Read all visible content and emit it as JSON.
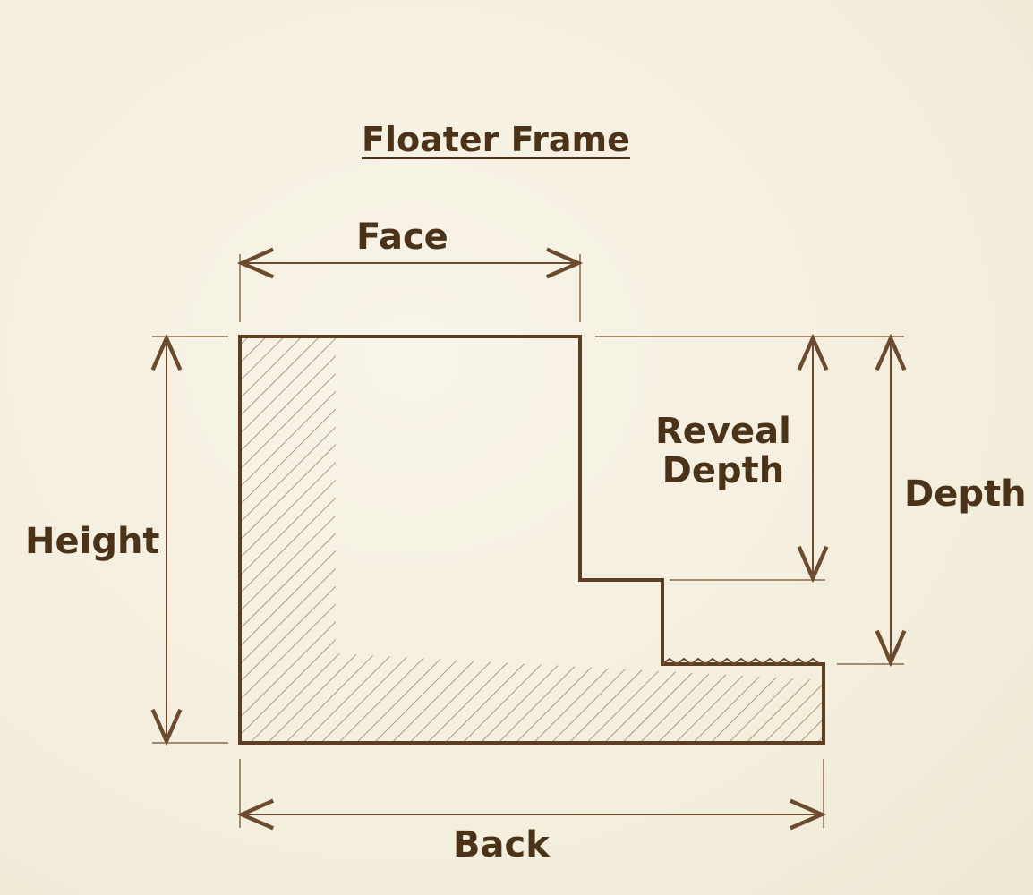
{
  "diagram": {
    "title": "Floater Frame",
    "labels": {
      "face": "Face",
      "height": "Height",
      "reveal_line1": "Reveal",
      "reveal_line2": "Depth",
      "depth": "Depth",
      "back": "Back"
    },
    "colors": {
      "ink": "#4a3319",
      "line": "#6b4a2e",
      "paper": "#f6f1e3"
    }
  }
}
